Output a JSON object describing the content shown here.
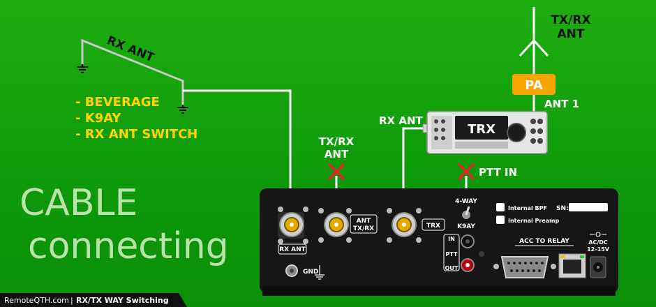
{
  "labels": {
    "rx_ant_wire": "RX ANT",
    "txrx_ant_top_1": "TX/RX",
    "txrx_ant_top_2": "ANT",
    "pa": "PA",
    "ant1": "ANT 1",
    "rx_ant_trx": "RX ANT",
    "trx": "TRX",
    "txrx_ant_mid_1": "TX/RX",
    "txrx_ant_mid_2": "ANT",
    "ptt_in": "PTT IN",
    "list_1": "- BEVERAGE",
    "list_2": "- K9AY",
    "list_3": "- RX ANT SWITCH"
  },
  "title": {
    "line1": "CABLE",
    "line2": "connecting"
  },
  "device": {
    "rx_ant": "RX ANT",
    "ant_txrx_1": "ANT",
    "ant_txrx_2": "TX/RX",
    "trx": "TRX",
    "four_way": "4-WAY",
    "k9ay": "K9AY",
    "in": "IN",
    "ptt": "PTT",
    "out": "OUT",
    "internal_bpf": "Internal BPF",
    "internal_preamp": "Internal Preamp",
    "sn": "SN:",
    "acc_to_relay": "ACC TO RELAY",
    "acdc_1": "AC/DC",
    "acdc_2": "12-15V",
    "gnd": "GND"
  },
  "footer": {
    "site": "RemoteQTH.com",
    "separator": "|",
    "caption": "RX/TX WAY Switching"
  },
  "colors": {
    "pa_box": "#f5a400",
    "cross": "#e8202a",
    "wire": "#ffffff",
    "list_text": "#ffd400"
  }
}
